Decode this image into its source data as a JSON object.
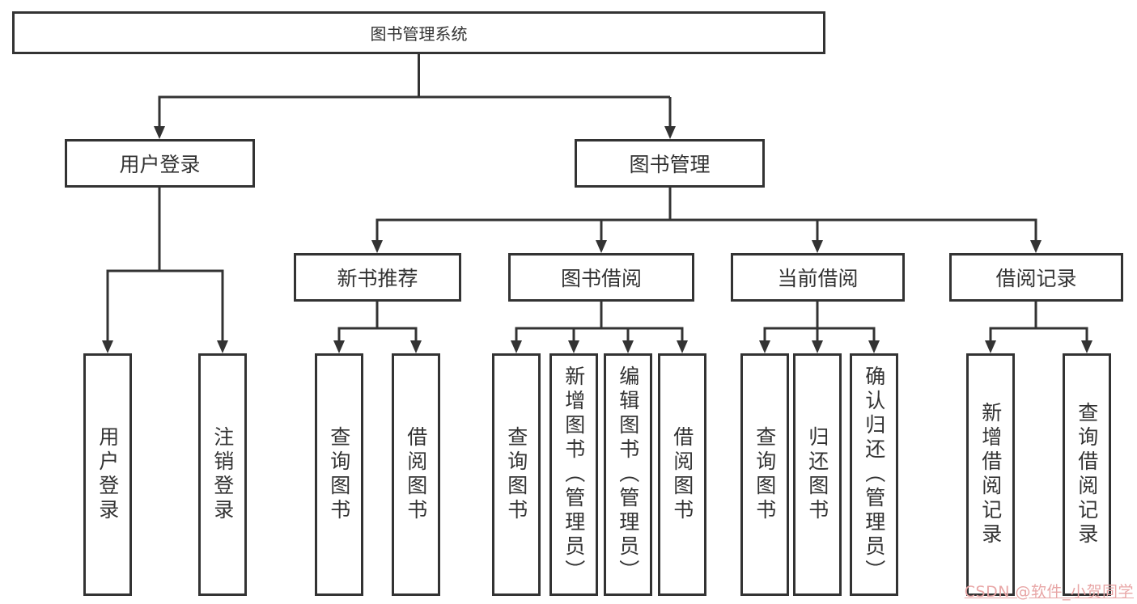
{
  "diagram_type": "hierarchy-tree",
  "colors": {
    "line": "#333333",
    "box_border": "#333333",
    "text": "#333333",
    "background": "#ffffff",
    "watermark": "#e8a6a6"
  },
  "tree": {
    "root": {
      "label": "图书管理系统",
      "children": [
        {
          "label": "用户登录",
          "children": [
            {
              "label": "用户登录"
            },
            {
              "label": "注销登录"
            }
          ]
        },
        {
          "label": "图书管理",
          "children": [
            {
              "label": "新书推荐",
              "children": [
                {
                  "label": "查询图书"
                },
                {
                  "label": "借阅图书"
                }
              ]
            },
            {
              "label": "图书借阅",
              "children": [
                {
                  "label": "查询图书"
                },
                {
                  "label": "新增图书（管理员）"
                },
                {
                  "label": "编辑图书（管理员）"
                },
                {
                  "label": "借阅图书"
                }
              ]
            },
            {
              "label": "当前借阅",
              "children": [
                {
                  "label": "查询图书"
                },
                {
                  "label": "归还图书"
                },
                {
                  "label": "确认归还（管理员）"
                }
              ]
            },
            {
              "label": "借阅记录",
              "children": [
                {
                  "label": "新增借阅记录"
                },
                {
                  "label": "查询借阅记录"
                }
              ]
            }
          ]
        }
      ]
    }
  },
  "watermark": {
    "text": "CSDN @软件_小贺同学"
  }
}
